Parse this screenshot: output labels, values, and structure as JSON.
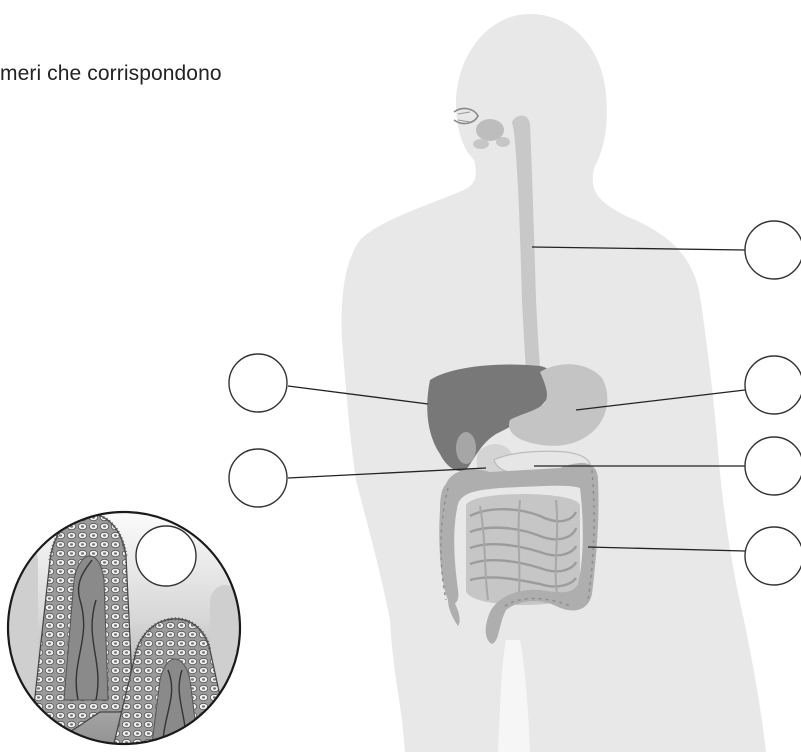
{
  "instruction": {
    "text": "meri che corrispondono"
  },
  "colors": {
    "body_silhouette": "#e8e8e8",
    "organ_light": "#c9c9c9",
    "liver": "#787878",
    "intestine": "#bdbdbd",
    "leader_line": "#222222",
    "circle_stroke": "#333333"
  },
  "answer_circles": [
    {
      "id": "esophagus",
      "value": ""
    },
    {
      "id": "stomach",
      "value": ""
    },
    {
      "id": "pancreas",
      "value": ""
    },
    {
      "id": "large-intestine",
      "value": ""
    },
    {
      "id": "liver",
      "value": ""
    },
    {
      "id": "gallbladder",
      "value": ""
    },
    {
      "id": "villi",
      "value": ""
    }
  ]
}
